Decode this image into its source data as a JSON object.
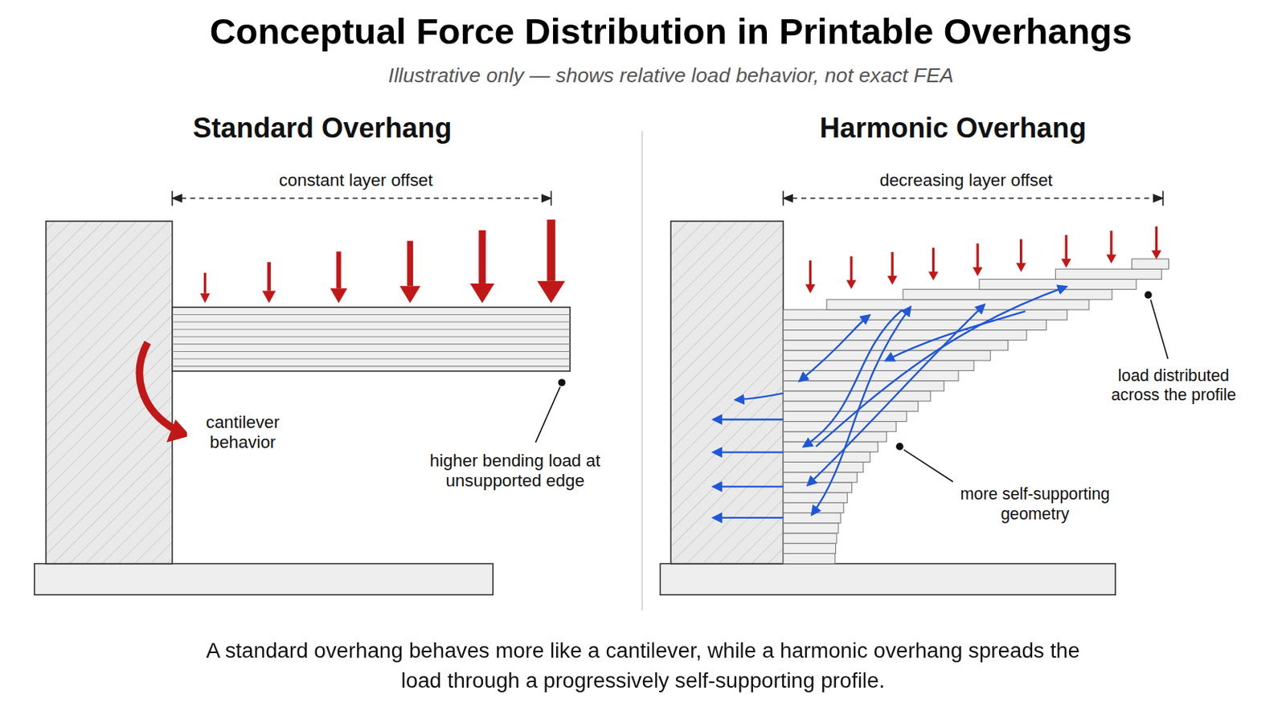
{
  "diagram": {
    "title": "Conceptual Force Distribution in Printable Overhangs",
    "caption": "A standard overhang behaves more like a cantilever, while a harmonic overhang spreads the load through a progressively self-supporting profile.",
    "labels": [
      "Illustrative only — shows relative load behavior, not exact FEA",
      "Standard Overhang",
      "constant layer offset",
      "cantilever behavior",
      "higher bending load at unsupported edge",
      "Harmonic Overhang",
      "decreasing layer offset",
      "load distributed across the profile",
      "more self-supporting geometry"
    ]
  }
}
